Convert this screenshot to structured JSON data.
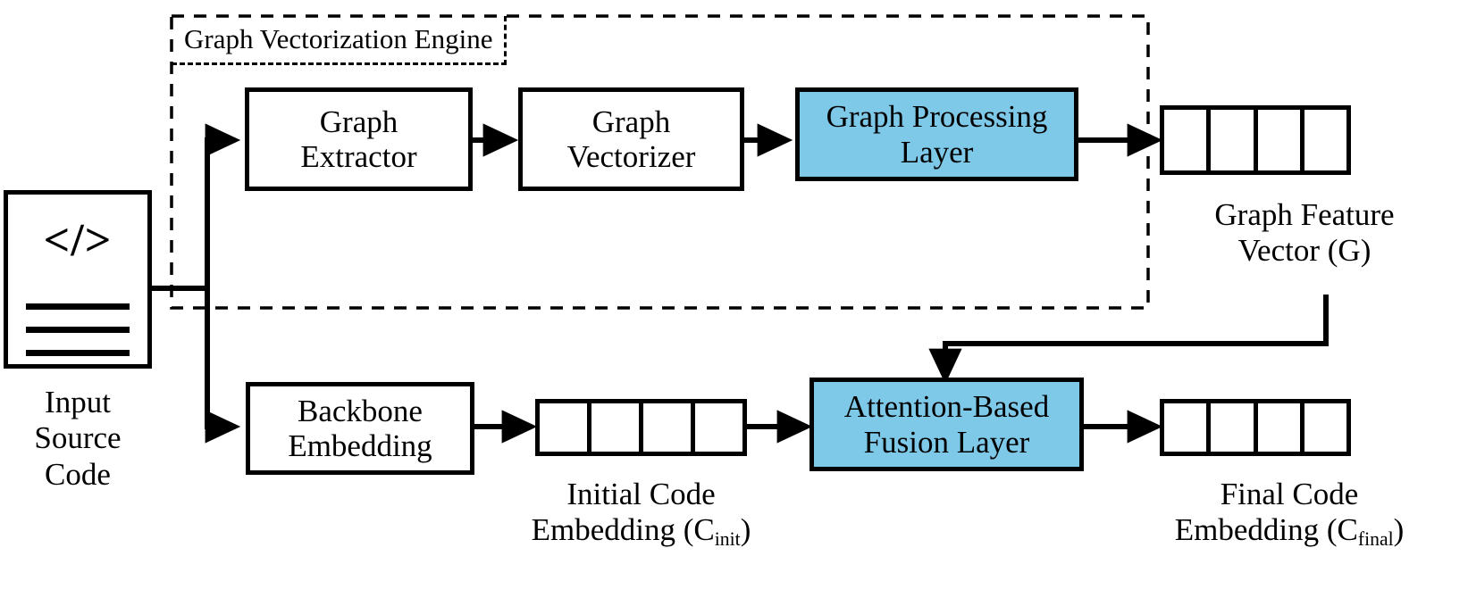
{
  "diagram": {
    "title": "Graph Vectorization Engine architecture",
    "accent_color": "#7ec8e8",
    "line_color": "#000000",
    "background": "#ffffff"
  },
  "group": {
    "label": "Graph Vectorization Engine"
  },
  "input": {
    "icon_glyph": "</>",
    "label_line1": "Input",
    "label_line2": "Source",
    "label_line3": "Code"
  },
  "nodes": {
    "graph_extractor": {
      "line1": "Graph",
      "line2": "Extractor",
      "style": "white"
    },
    "graph_vectorizer": {
      "line1": "Graph",
      "line2": "Vectorizer",
      "style": "white"
    },
    "graph_processing_layer": {
      "line1": "Graph Processing",
      "line2": "Layer",
      "style": "blue"
    },
    "backbone_embedding": {
      "line1": "Backbone",
      "line2": "Embedding",
      "style": "white"
    },
    "attention_fusion_layer": {
      "line1": "Attention-Based",
      "line2": "Fusion Layer",
      "style": "blue"
    }
  },
  "vectors": {
    "graph_feature": {
      "cells": 4,
      "label_line1": "Graph Feature",
      "label_line2_pre": "Vector (G",
      "label_line2_sub": "",
      "label_line2_post": ")"
    },
    "initial_code_embedding": {
      "cells": 4,
      "label_line1": "Initial Code",
      "label_line2_pre": "Embedding (C",
      "label_line2_sub": "init",
      "label_line2_post": ")"
    },
    "final_code_embedding": {
      "cells": 4,
      "label_line1": "Final Code",
      "label_line2_pre": "Embedding (C",
      "label_line2_sub": "final",
      "label_line2_post": ")"
    }
  },
  "connections": [
    {
      "name": "source-to-graph-extractor",
      "type": "elbow-up-arrow"
    },
    {
      "name": "source-to-backbone-embedding",
      "type": "elbow-down-arrow"
    },
    {
      "name": "graph-extractor-to-graph-vectorizer",
      "type": "straight-arrow"
    },
    {
      "name": "graph-vectorizer-to-graph-processing-layer",
      "type": "straight-arrow"
    },
    {
      "name": "graph-processing-layer-to-graph-feature-vector",
      "type": "straight-arrow"
    },
    {
      "name": "backbone-embedding-to-initial-code-embedding",
      "type": "straight-arrow"
    },
    {
      "name": "initial-code-embedding-to-fusion-layer",
      "type": "straight-arrow"
    },
    {
      "name": "graph-feature-vector-to-fusion-layer",
      "type": "elbow-down-arrow"
    },
    {
      "name": "fusion-layer-to-final-code-embedding",
      "type": "straight-arrow"
    }
  ]
}
